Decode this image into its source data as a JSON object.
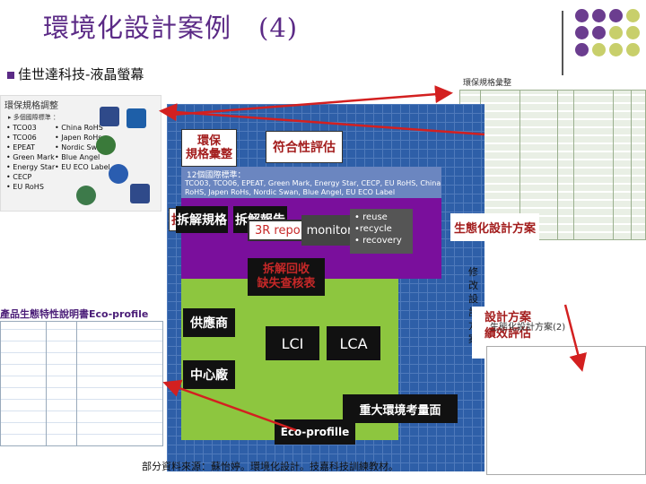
{
  "header": {
    "title": "環境化設計案例　(4)",
    "subtitle": "佳世達科技-液晶螢幕"
  },
  "env_panel": {
    "heading": "環保規格調整",
    "subheading": "▸ 多個國際標準 ：",
    "standards_col1": [
      "• TCO03",
      "• TCO06",
      "• EPEAT",
      "• Green Mark",
      "• Energy Star",
      "• CECP",
      "• EU RoHS"
    ],
    "standards_col2": [
      "• China RoHS",
      "• Japen RoHs",
      "• Nordic Swan",
      "• Blue Angel",
      "• EU ECO Label"
    ]
  },
  "table_right": {
    "heading": "環保規格彙整"
  },
  "diagram": {
    "env_spec": "環保\n規格彙整",
    "compliance": "符合性評估",
    "intl_std_title": "12個國際標準：",
    "intl_std_text": "TCO03, TCO06, EPEAT, Green Mark, Energy Star, CECP, EU RoHS, China RoHS, Japen RoHs, Nordic Swan, Blue Angel, EU ECO Label",
    "report_3r": "3R report",
    "monitor": "monitor",
    "rrr": [
      "• reuse",
      "•recycle",
      "• recovery"
    ],
    "dismantle_spec": "拆解規格",
    "dismantle_report": "拆解報告",
    "recycle_checklist": "拆解回收\n缺失查核表",
    "eco_design_plan": "生態化設計方案",
    "revise_design": "修改設\n計方案",
    "design_eval": "設計方案\n績效評估",
    "supplier": "供應商",
    "center": "中心廠",
    "lci": "LCI",
    "lca": "LCA",
    "major_env": "重大環境考量面",
    "eco_profile": "Eco-profille"
  },
  "eco_panel": {
    "title": "產品生態特性說明書Eco-profile"
  },
  "design_panel": {
    "title": "生態化設計方案(2)"
  },
  "footer": {
    "source": "部分資料來源：蘇怡婷。環境化設計。技嘉科技訓練教材。"
  },
  "colors": {
    "title": "#5b2a86",
    "diagram_bg": "#2e5fa8",
    "purple_band": "#7a0f9c",
    "green_band": "#8dc63f",
    "red_text": "#a31d1d",
    "arrow": "#d32020"
  },
  "dots": [
    "#6b3d8f",
    "#6b3d8f",
    "#6b3d8f",
    "#c8cf6b",
    "#6b3d8f",
    "#6b3d8f",
    "#c8cf6b",
    "#c8cf6b",
    "#6b3d8f",
    "#c8cf6b",
    "#c8cf6b",
    "#c8cf6b"
  ]
}
